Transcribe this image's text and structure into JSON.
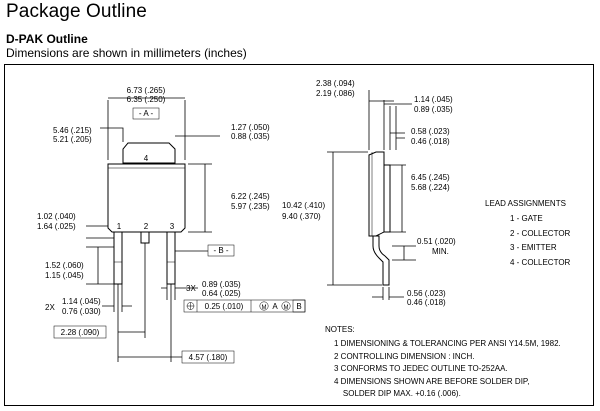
{
  "page": {
    "title": "Package Outline",
    "subtitle": "D-PAK Outline",
    "units_note": "Dimensions are shown in millimeters (inches)"
  },
  "front_view": {
    "tab_number": "4",
    "pin_labels": [
      "1",
      "2",
      "3"
    ],
    "datum_a": "- A -",
    "datum_b": "- B -",
    "dim_width_max": "6.73 (.265)",
    "dim_width_min": "6.35 (.250)",
    "dim_tab_left_max": "5.46 (.215)",
    "dim_tab_left_min": "5.21 (.205)",
    "dim_tab_right_max": "1.27 (.050)",
    "dim_tab_right_min": "0.88 (.035)",
    "dim_body_h_max": "6.22 (.245)",
    "dim_body_h_min": "5.97 (.235)",
    "dim_foot_max": "1.02 (.040)",
    "dim_foot_min": "1.64 (.025)",
    "dim_lead_len_max": "1.52 (.060)",
    "dim_lead_len_min": "1.15 (.045)",
    "lead_width_prefix": "2X",
    "dim_lead_w_max": "1.14 (.045)",
    "dim_lead_w_min": "0.76 (.030)",
    "lead_pitch_prefix": "3X",
    "dim_lead_t_max": "0.89 (.035)",
    "dim_lead_t_min": "0.64 (.025)",
    "tolerance_value": "0.25 (.010)",
    "tol_m": "M",
    "tol_a": "A",
    "tol_m2": "M",
    "tol_b": "B",
    "dim_pitch": "2.28 (.090)",
    "dim_span": "4.57 (.180)"
  },
  "side_view": {
    "dim_top_max": "2.38 (.094)",
    "dim_top_min": "2.19 (.086)",
    "dim_right_max": "1.14 (.045)",
    "dim_right_min": "0.89 (.035)",
    "dim_tab_t_max": "0.58 (.023)",
    "dim_tab_t_min": "0.46 (.018)",
    "dim_mid_max": "6.45 (.245)",
    "dim_mid_min": "5.68 (.224)",
    "dim_total_max": "10.42 (.410)",
    "dim_total_min": "9.40 (.370)",
    "dim_standoff": "0.51 (.020)",
    "dim_standoff_note": "MIN.",
    "dim_bottom_max": "0.56 (.023)",
    "dim_bottom_min": "0.46 (.018)"
  },
  "lead_assignments": {
    "title": "LEAD ASSIGNMENTS",
    "items": [
      "1 - GATE",
      "2 - COLLECTOR",
      "3 - EMITTER",
      "4 - COLLECTOR"
    ]
  },
  "notes": {
    "title": "NOTES:",
    "items": [
      "1  DIMENSIONING & TOLERANCING PER ANSI Y14.5M, 1982.",
      "2  CONTROLLING DIMENSION : INCH.",
      "3  CONFORMS TO JEDEC OUTLINE TO-252AA.",
      "4  DIMENSIONS SHOWN ARE BEFORE SOLDER DIP,",
      "    SOLDER DIP MAX. +0.16 (.006)."
    ]
  }
}
